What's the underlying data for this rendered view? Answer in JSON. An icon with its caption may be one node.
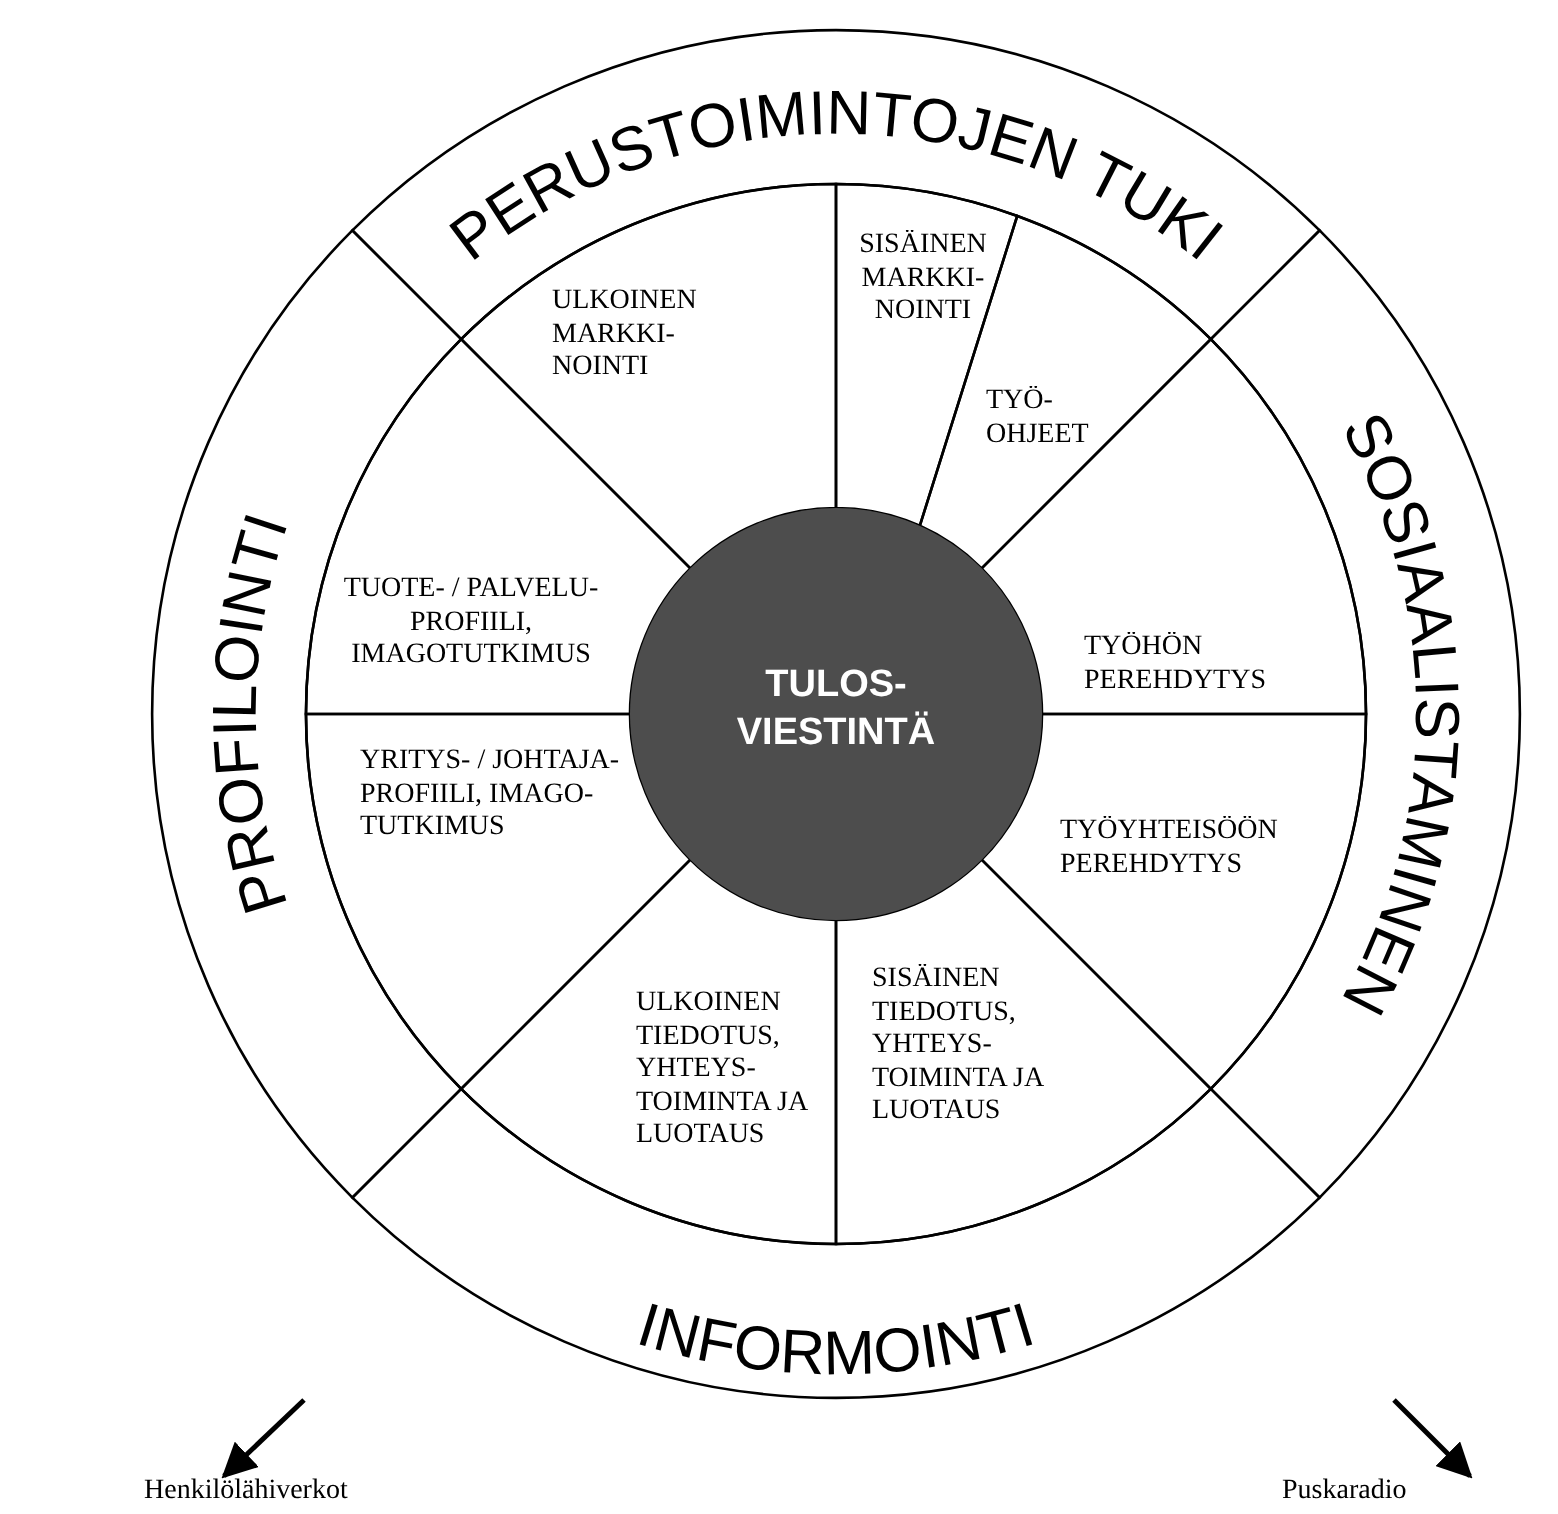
{
  "diagram": {
    "nodes": [
      {
        "text": [
          "PERUSTOIMINTOJEN TUKI"
        ]
      },
      {
        "text": [
          "SOSIAALISTAMINEN"
        ]
      },
      {
        "text": [
          "INFORMOINTI"
        ]
      },
      {
        "text": [
          "PROFILOINTI"
        ]
      },
      {
        "text": [
          "ULKOINEN MARKKI- NOINTI"
        ]
      },
      {
        "text": [
          "SISÄINEN MARKKI- NOINTI"
        ]
      },
      {
        "text": [
          "TYÖ- OHJEET"
        ]
      },
      {
        "text": [
          "TYÖHÖN PEREHDYTYS"
        ]
      },
      {
        "text": [
          "TYÖYHTEISÖÖN PEREHDYTYS"
        ]
      },
      {
        "text": [
          "SISÄINEN TIEDOTUS, YHTEYS- TOIMINTA JA LUOTAUS"
        ]
      },
      {
        "text": [
          "ULKOINEN TIEDOTUS, YHTEYS- TOIMINTA JA LUOTAUS"
        ]
      },
      {
        "text": [
          "YRITYS- / JOHTAJA- PROFIILI, IMAGO- TUTKIMUS"
        ]
      },
      {
        "text": [
          "TUOTE- / PALVELU- PROFIILI, IMAGOTUTKIMUS"
        ]
      },
      {
        "text": [
          "TULOS- VIESTINTÄ"
        ]
      },
      {
        "text": [
          "Henkilölähiverkot"
        ]
      },
      {
        "text": [
          "Puskaradio"
        ]
      }
    ],
    "edges": [
      {
        "from": null,
        "to": 14,
        "arrow": "to"
      },
      {
        "from": null,
        "to": 15,
        "arrow": "to"
      }
    ]
  }
}
